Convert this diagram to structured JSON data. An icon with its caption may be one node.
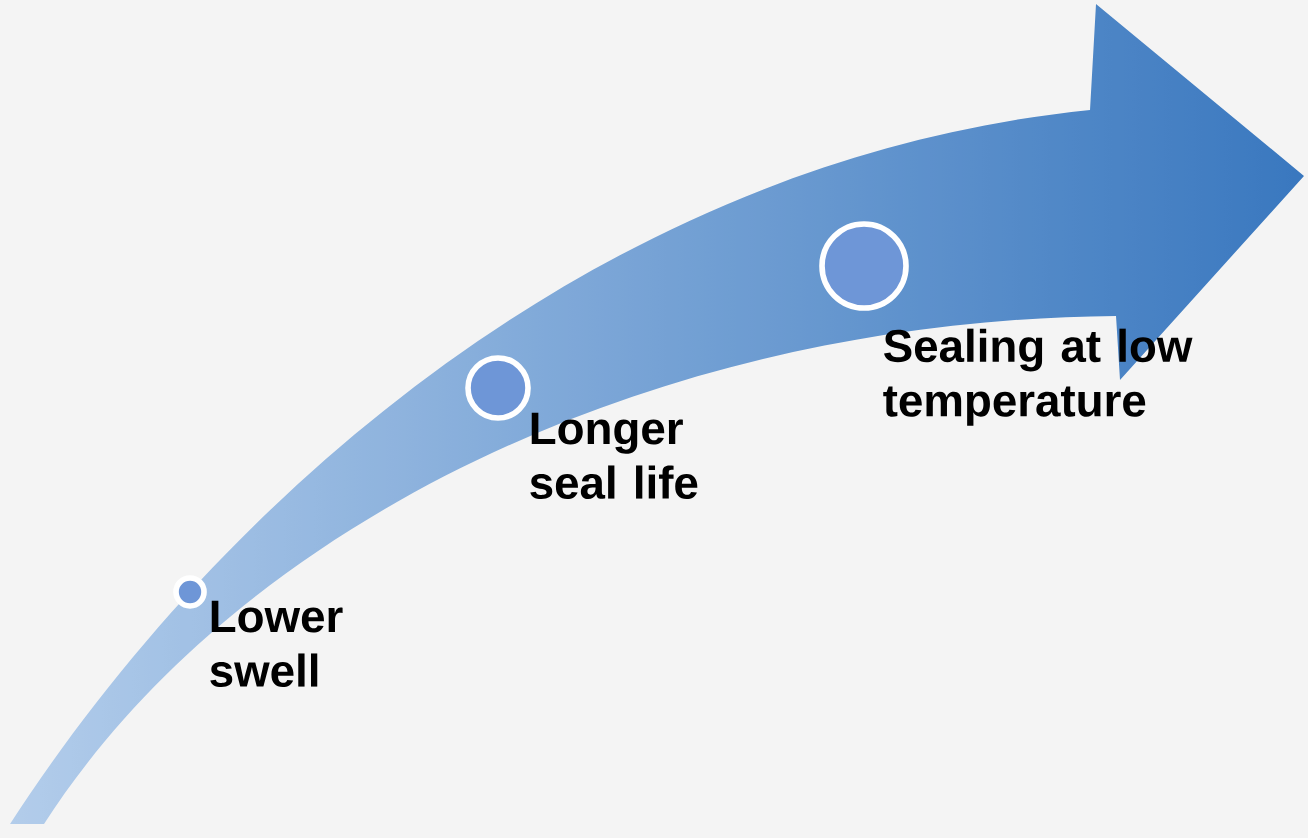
{
  "diagram": {
    "nodes": [
      {
        "text": [],
        "shape": "circle",
        "beside": [
          "Lower swell"
        ]
      },
      {
        "text": [],
        "shape": "circle",
        "beside": [
          "Longer seal life"
        ]
      },
      {
        "text": [],
        "shape": "circle",
        "beside": [
          "Sealing at low temperature"
        ]
      }
    ]
  }
}
